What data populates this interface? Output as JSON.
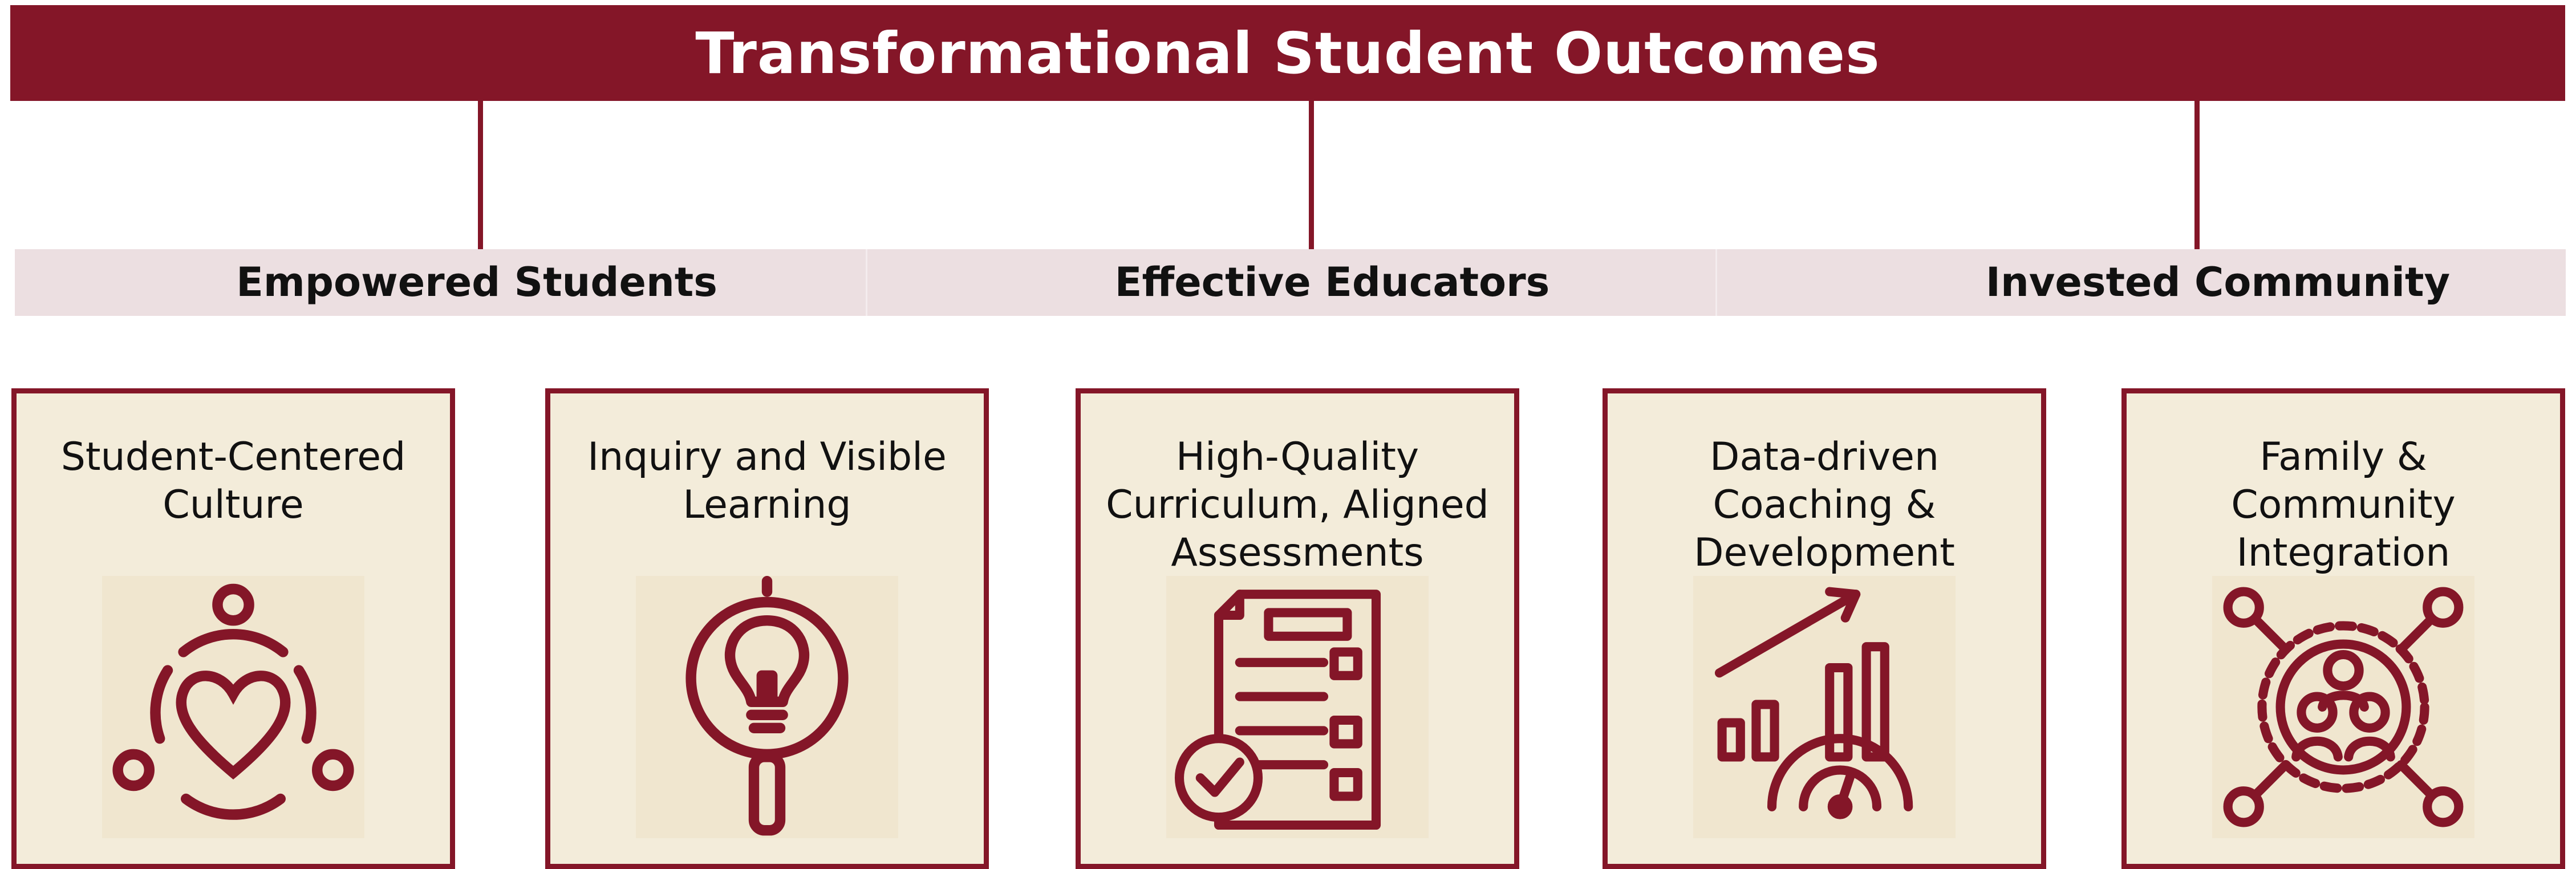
{
  "header": {
    "title": "Transformational Student Outcomes"
  },
  "pillars": [
    {
      "label": "Empowered Students"
    },
    {
      "label": "Effective Educators"
    },
    {
      "label": "Invested Community"
    }
  ],
  "cards": [
    {
      "title": "Student-Centered Culture",
      "icon": "heart-circle-people-icon"
    },
    {
      "title": "Inquiry and Visible Learning",
      "icon": "lightbulb-magnifier-icon"
    },
    {
      "title": "High-Quality Curriculum, Aligned Assessments",
      "icon": "checklist-document-icon"
    },
    {
      "title": "Data-driven Coaching & Development",
      "icon": "growth-chart-gauge-icon"
    },
    {
      "title": "Family & Community Integration",
      "icon": "community-network-icon"
    }
  ],
  "colors": {
    "maroon": "#841628",
    "band": "#ecdfe1",
    "card": "#f3ecda"
  }
}
